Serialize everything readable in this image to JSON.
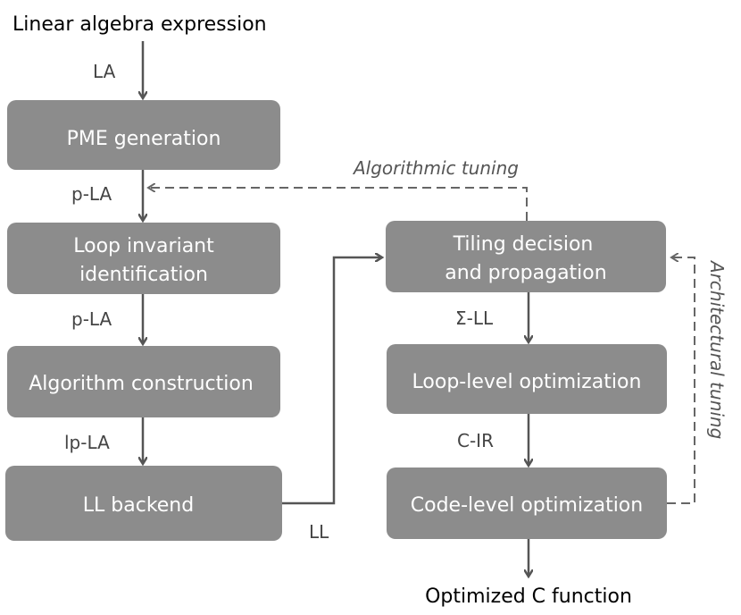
{
  "input_label": "Linear algebra expression",
  "output_label": "Optimized C function",
  "boxes": {
    "pme_generation": "PME generation",
    "loop_invariant_line1": "Loop invariant",
    "loop_invariant_line2": "identification",
    "algorithm_construction": "Algorithm construction",
    "ll_backend": "LL backend",
    "tiling_line1": "Tiling decision",
    "tiling_line2": "and propagation",
    "loop_level": "Loop-level optimization",
    "code_level": "Code-level optimization"
  },
  "edges": {
    "la": "LA",
    "p_la_1": "p-LA",
    "p_la_2": "p-LA",
    "lp_la": "lp-LA",
    "ll": "LL",
    "sigma_ll": "Σ-LL",
    "c_ir": "C-IR"
  },
  "tuning": {
    "algorithmic": "Algorithmic tuning",
    "architectural": "Architectural tuning"
  },
  "colors": {
    "box_fill": "#8c8c8c",
    "box_text": "#ffffff",
    "arrow": "#555555"
  }
}
